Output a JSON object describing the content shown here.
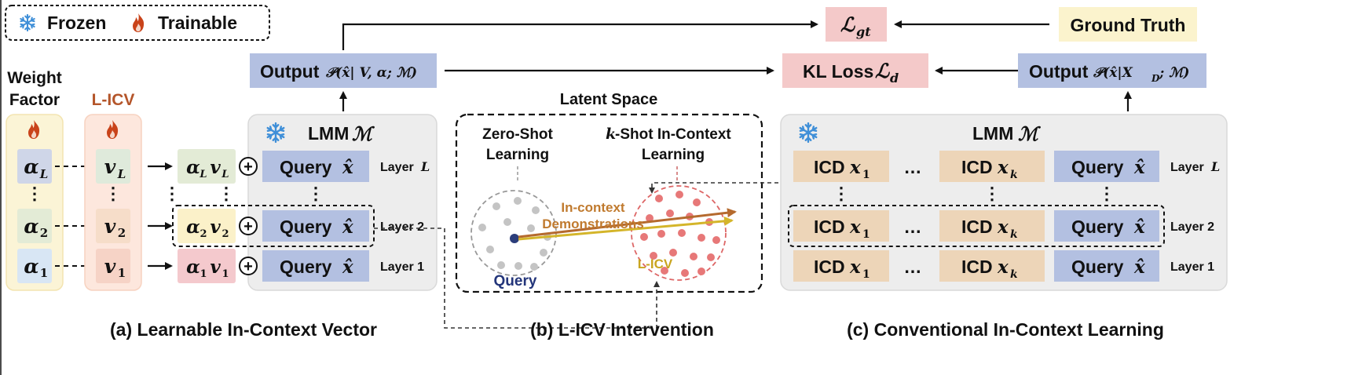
{
  "legend": {
    "frozen_label": "Frozen",
    "trainable_label": "Trainable",
    "frozen_icon": "snowflake-icon",
    "trainable_icon": "flame-icon"
  },
  "panel_a": {
    "weight_factor_title_1": "Weight",
    "weight_factor_title_2": "Factor",
    "licv_title": "L-ICV",
    "alpha_L": "α",
    "alpha_L_sub": "L",
    "alpha_2": "α",
    "alpha_2_sub": "2",
    "alpha_1": "α",
    "alpha_1_sub": "1",
    "v_L": "v",
    "v_L_sub": "L",
    "v_2": "v",
    "v_2_sub": "2",
    "v_1": "v",
    "v_1_sub": "1",
    "vdots": "⋮",
    "plus": "+",
    "query_label": "Query",
    "query_var": "x̂",
    "layer_L": "Layer",
    "layer_L_var": "L",
    "layer_2": "Layer 2",
    "layer_1": "Layer 1",
    "lmm_label": "LMM",
    "lmm_var": "ℳ",
    "output_label": "Output",
    "output_formula": "𝒫(x̂| V, α; ℳ)",
    "caption": "(a) Learnable In-Context Vector"
  },
  "panel_b": {
    "title": "Latent Space",
    "zero_shot_1": "Zero-Shot",
    "zero_shot_2": "Learning",
    "kshot_k": "k",
    "kshot_1": "-Shot In-Context",
    "kshot_2": "Learning",
    "incontext_1": "In-context",
    "incontext_2": "Demonstrations",
    "licv": "L-ICV",
    "query": "Query",
    "caption": "(b) L-ICV Intervention"
  },
  "panel_c": {
    "lmm_label": "LMM",
    "lmm_var": "ℳ",
    "icd_label": "ICD",
    "icd_x1_var": "x",
    "icd_x1_sub": "1",
    "icd_xk_sub": "k",
    "ellipsis": "…",
    "query_label": "Query",
    "query_var": "x̂",
    "layer_L": "Layer",
    "layer_L_var": "L",
    "layer_2": "Layer 2",
    "layer_1": "Layer 1",
    "output_label": "Output",
    "output_formula": "𝒫(x̂|X",
    "output_formula_sub": "D",
    "output_formula_end": "; ℳ)",
    "caption": "(c) Conventional In-Context Learning"
  },
  "top": {
    "lgt_label": "ℒ",
    "lgt_sub": "gt",
    "ground_truth": "Ground Truth",
    "kl_label": "KL Loss",
    "kl_var": "ℒ",
    "kl_sub": "d"
  },
  "colors": {
    "blue_box": "#b4c1e0",
    "orange_box": "#eed6b9",
    "pink_box": "#f4c9c9",
    "yellow_box": "#f8f2c8",
    "flame": "#c9431a",
    "snow": "#3f8fd8"
  }
}
